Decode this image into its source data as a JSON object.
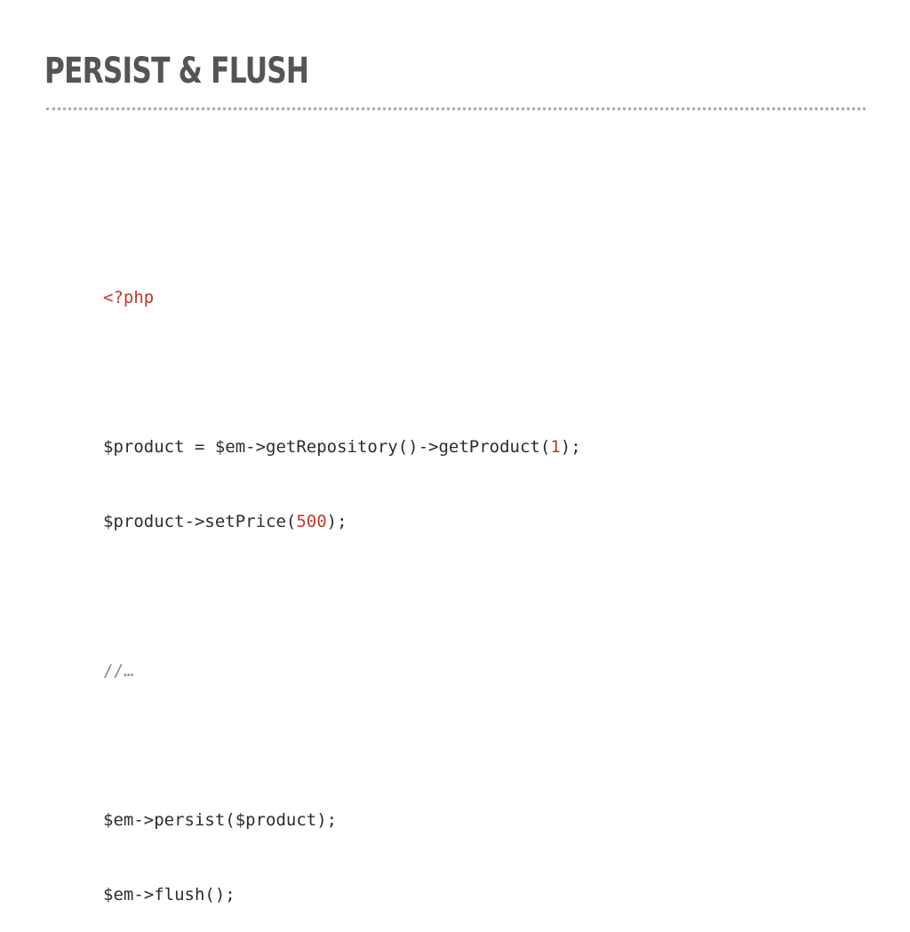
{
  "slide": {
    "title": "PERSIST & FLUSH"
  },
  "colors": {
    "title": "#555555",
    "code_text": "#2b2b33",
    "number": "#c0392b",
    "php_tag": "#c0392b",
    "comment": "#8a8a8a",
    "rule": "#a9a9a9"
  },
  "code": {
    "line1": {
      "tag": "<?php"
    },
    "line3": {
      "a": "$product = $em->getRepository()->getProduct(",
      "num": "1",
      "b": ");"
    },
    "line4": {
      "a": "$product->setPrice(",
      "num": "500",
      "b": ");"
    },
    "line6": {
      "comment": "//…"
    },
    "line8": {
      "a": "$em->persist($product);"
    },
    "line9": {
      "a": "$em->flush();"
    }
  }
}
